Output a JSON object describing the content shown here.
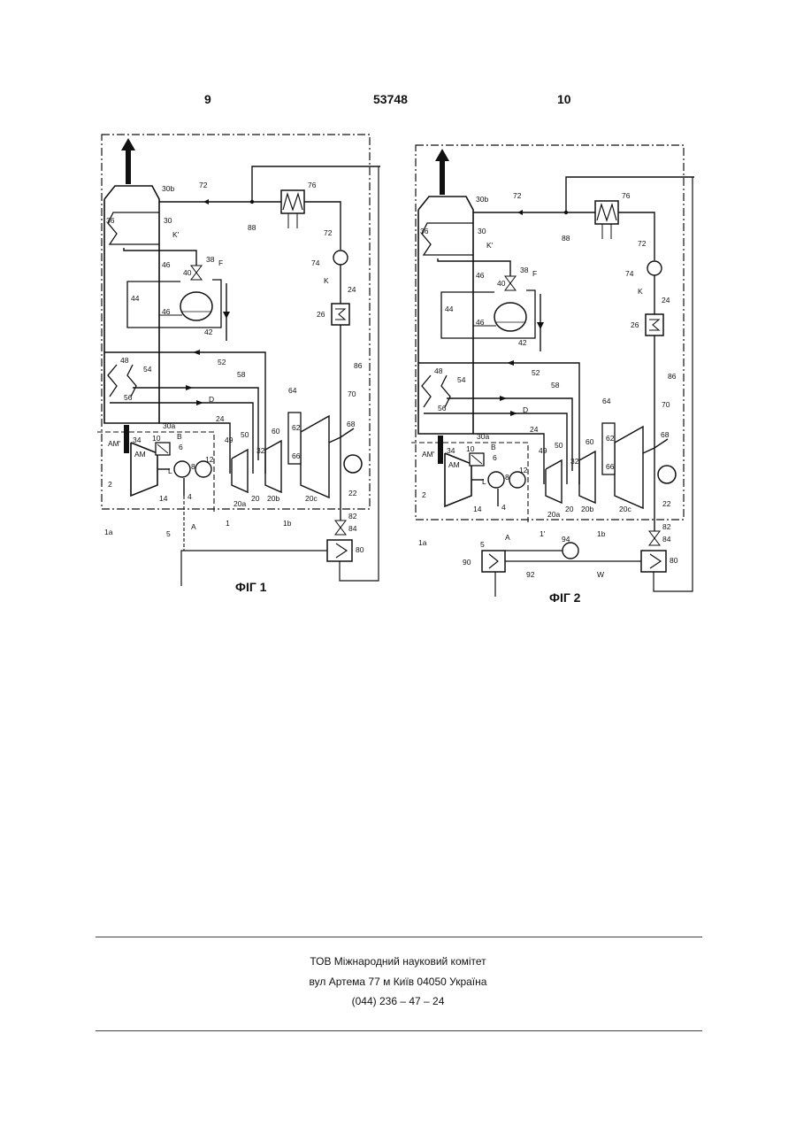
{
  "header": {
    "page_left": "9",
    "doc_number": "53748",
    "page_right": "10"
  },
  "figure1": {
    "caption": "ФІГ 1",
    "labels": [
      {
        "id": "l30b",
        "text": "30b"
      },
      {
        "id": "l72a",
        "text": "72"
      },
      {
        "id": "l76",
        "text": "76"
      },
      {
        "id": "l36",
        "text": "36"
      },
      {
        "id": "l30",
        "text": "30"
      },
      {
        "id": "l88",
        "text": "88"
      },
      {
        "id": "lK2",
        "text": "K'"
      },
      {
        "id": "l72b",
        "text": "72"
      },
      {
        "id": "l38",
        "text": "38"
      },
      {
        "id": "lF",
        "text": "F"
      },
      {
        "id": "l74",
        "text": "74"
      },
      {
        "id": "l40",
        "text": "40"
      },
      {
        "id": "l46a",
        "text": "46"
      },
      {
        "id": "lK",
        "text": "K"
      },
      {
        "id": "l24a",
        "text": "24"
      },
      {
        "id": "l44",
        "text": "44"
      },
      {
        "id": "l26",
        "text": "26"
      },
      {
        "id": "l46b",
        "text": "46"
      },
      {
        "id": "l42",
        "text": "42"
      },
      {
        "id": "l48",
        "text": "48"
      },
      {
        "id": "l54",
        "text": "54"
      },
      {
        "id": "l52",
        "text": "52"
      },
      {
        "id": "l86",
        "text": "86"
      },
      {
        "id": "l58",
        "text": "58"
      },
      {
        "id": "l64",
        "text": "64"
      },
      {
        "id": "l70",
        "text": "70"
      },
      {
        "id": "l56",
        "text": "56"
      },
      {
        "id": "lD",
        "text": "D"
      },
      {
        "id": "l24b",
        "text": "24"
      },
      {
        "id": "l30a",
        "text": "30a"
      },
      {
        "id": "l62",
        "text": "62"
      },
      {
        "id": "l68",
        "text": "68"
      },
      {
        "id": "lAMp",
        "text": "AM'"
      },
      {
        "id": "l34",
        "text": "34"
      },
      {
        "id": "l10",
        "text": "10"
      },
      {
        "id": "lB",
        "text": "B"
      },
      {
        "id": "l6",
        "text": "6"
      },
      {
        "id": "l49",
        "text": "49"
      },
      {
        "id": "l50",
        "text": "50"
      },
      {
        "id": "l60",
        "text": "60"
      },
      {
        "id": "lAM",
        "text": "AM"
      },
      {
        "id": "l32",
        "text": "32"
      },
      {
        "id": "l66",
        "text": "66"
      },
      {
        "id": "lL",
        "text": "L"
      },
      {
        "id": "l8",
        "text": "8"
      },
      {
        "id": "l12",
        "text": "12"
      },
      {
        "id": "l2",
        "text": "2"
      },
      {
        "id": "l20a",
        "text": "20a"
      },
      {
        "id": "l20",
        "text": "20"
      },
      {
        "id": "l20b",
        "text": "20b"
      },
      {
        "id": "l20c",
        "text": "20c"
      },
      {
        "id": "l22",
        "text": "22"
      },
      {
        "id": "l14",
        "text": "14"
      },
      {
        "id": "l4",
        "text": "4"
      },
      {
        "id": "l1a",
        "text": "1a"
      },
      {
        "id": "l1",
        "text": "1"
      },
      {
        "id": "l1b",
        "text": "1b"
      },
      {
        "id": "l82",
        "text": "82"
      },
      {
        "id": "l84",
        "text": "84"
      },
      {
        "id": "l5",
        "text": "5"
      },
      {
        "id": "lA",
        "text": "A"
      },
      {
        "id": "l80",
        "text": "80"
      }
    ]
  },
  "figure2": {
    "caption": "ФІГ 2",
    "labels": [
      {
        "id": "l30b",
        "text": "30b"
      },
      {
        "id": "l72a",
        "text": "72"
      },
      {
        "id": "l76",
        "text": "76"
      },
      {
        "id": "l36",
        "text": "36"
      },
      {
        "id": "l30",
        "text": "30"
      },
      {
        "id": "l88",
        "text": "88"
      },
      {
        "id": "lK2",
        "text": "K'"
      },
      {
        "id": "l72b",
        "text": "72"
      },
      {
        "id": "l38",
        "text": "38"
      },
      {
        "id": "lF",
        "text": "F"
      },
      {
        "id": "l74",
        "text": "74"
      },
      {
        "id": "l40",
        "text": "40"
      },
      {
        "id": "l46a",
        "text": "46"
      },
      {
        "id": "lK",
        "text": "K"
      },
      {
        "id": "l24a",
        "text": "24"
      },
      {
        "id": "l44",
        "text": "44"
      },
      {
        "id": "l26",
        "text": "26"
      },
      {
        "id": "l46b",
        "text": "46"
      },
      {
        "id": "l42",
        "text": "42"
      },
      {
        "id": "l48",
        "text": "48"
      },
      {
        "id": "l54",
        "text": "54"
      },
      {
        "id": "l52",
        "text": "52"
      },
      {
        "id": "l86",
        "text": "86"
      },
      {
        "id": "l58",
        "text": "58"
      },
      {
        "id": "l64",
        "text": "64"
      },
      {
        "id": "l70",
        "text": "70"
      },
      {
        "id": "l56",
        "text": "56"
      },
      {
        "id": "lD",
        "text": "D"
      },
      {
        "id": "l24b",
        "text": "24"
      },
      {
        "id": "l30a",
        "text": "30a"
      },
      {
        "id": "l62",
        "text": "62"
      },
      {
        "id": "l68",
        "text": "68"
      },
      {
        "id": "lAMp",
        "text": "AM'"
      },
      {
        "id": "l34",
        "text": "34"
      },
      {
        "id": "l10",
        "text": "10"
      },
      {
        "id": "lB",
        "text": "B"
      },
      {
        "id": "l6",
        "text": "6"
      },
      {
        "id": "l49",
        "text": "49"
      },
      {
        "id": "l50",
        "text": "50"
      },
      {
        "id": "l60",
        "text": "60"
      },
      {
        "id": "lAM",
        "text": "AM"
      },
      {
        "id": "l32",
        "text": "32"
      },
      {
        "id": "l66",
        "text": "66"
      },
      {
        "id": "lL",
        "text": "L"
      },
      {
        "id": "l8",
        "text": "8"
      },
      {
        "id": "l12",
        "text": "12"
      },
      {
        "id": "l2",
        "text": "2"
      },
      {
        "id": "l20a",
        "text": "20a"
      },
      {
        "id": "l20",
        "text": "20"
      },
      {
        "id": "l20b",
        "text": "20b"
      },
      {
        "id": "l20c",
        "text": "20c"
      },
      {
        "id": "l22",
        "text": "22"
      },
      {
        "id": "l14",
        "text": "14"
      },
      {
        "id": "l4",
        "text": "4"
      },
      {
        "id": "l1a",
        "text": "1a"
      },
      {
        "id": "l1p",
        "text": "1'"
      },
      {
        "id": "l1b",
        "text": "1b"
      },
      {
        "id": "l94",
        "text": "94"
      },
      {
        "id": "l82",
        "text": "82"
      },
      {
        "id": "l84",
        "text": "84"
      },
      {
        "id": "lA",
        "text": "A"
      },
      {
        "id": "l90",
        "text": "90"
      },
      {
        "id": "l92",
        "text": "92"
      },
      {
        "id": "lW",
        "text": "W"
      },
      {
        "id": "l80",
        "text": "80"
      },
      {
        "id": "l5",
        "text": "5"
      }
    ]
  },
  "footer": {
    "line1": "ТОВ Міжнародний науковий комітет",
    "line2": "вул Артема 77 м Київ 04050 Україна",
    "line3": "(044) 236 – 47 – 24"
  }
}
